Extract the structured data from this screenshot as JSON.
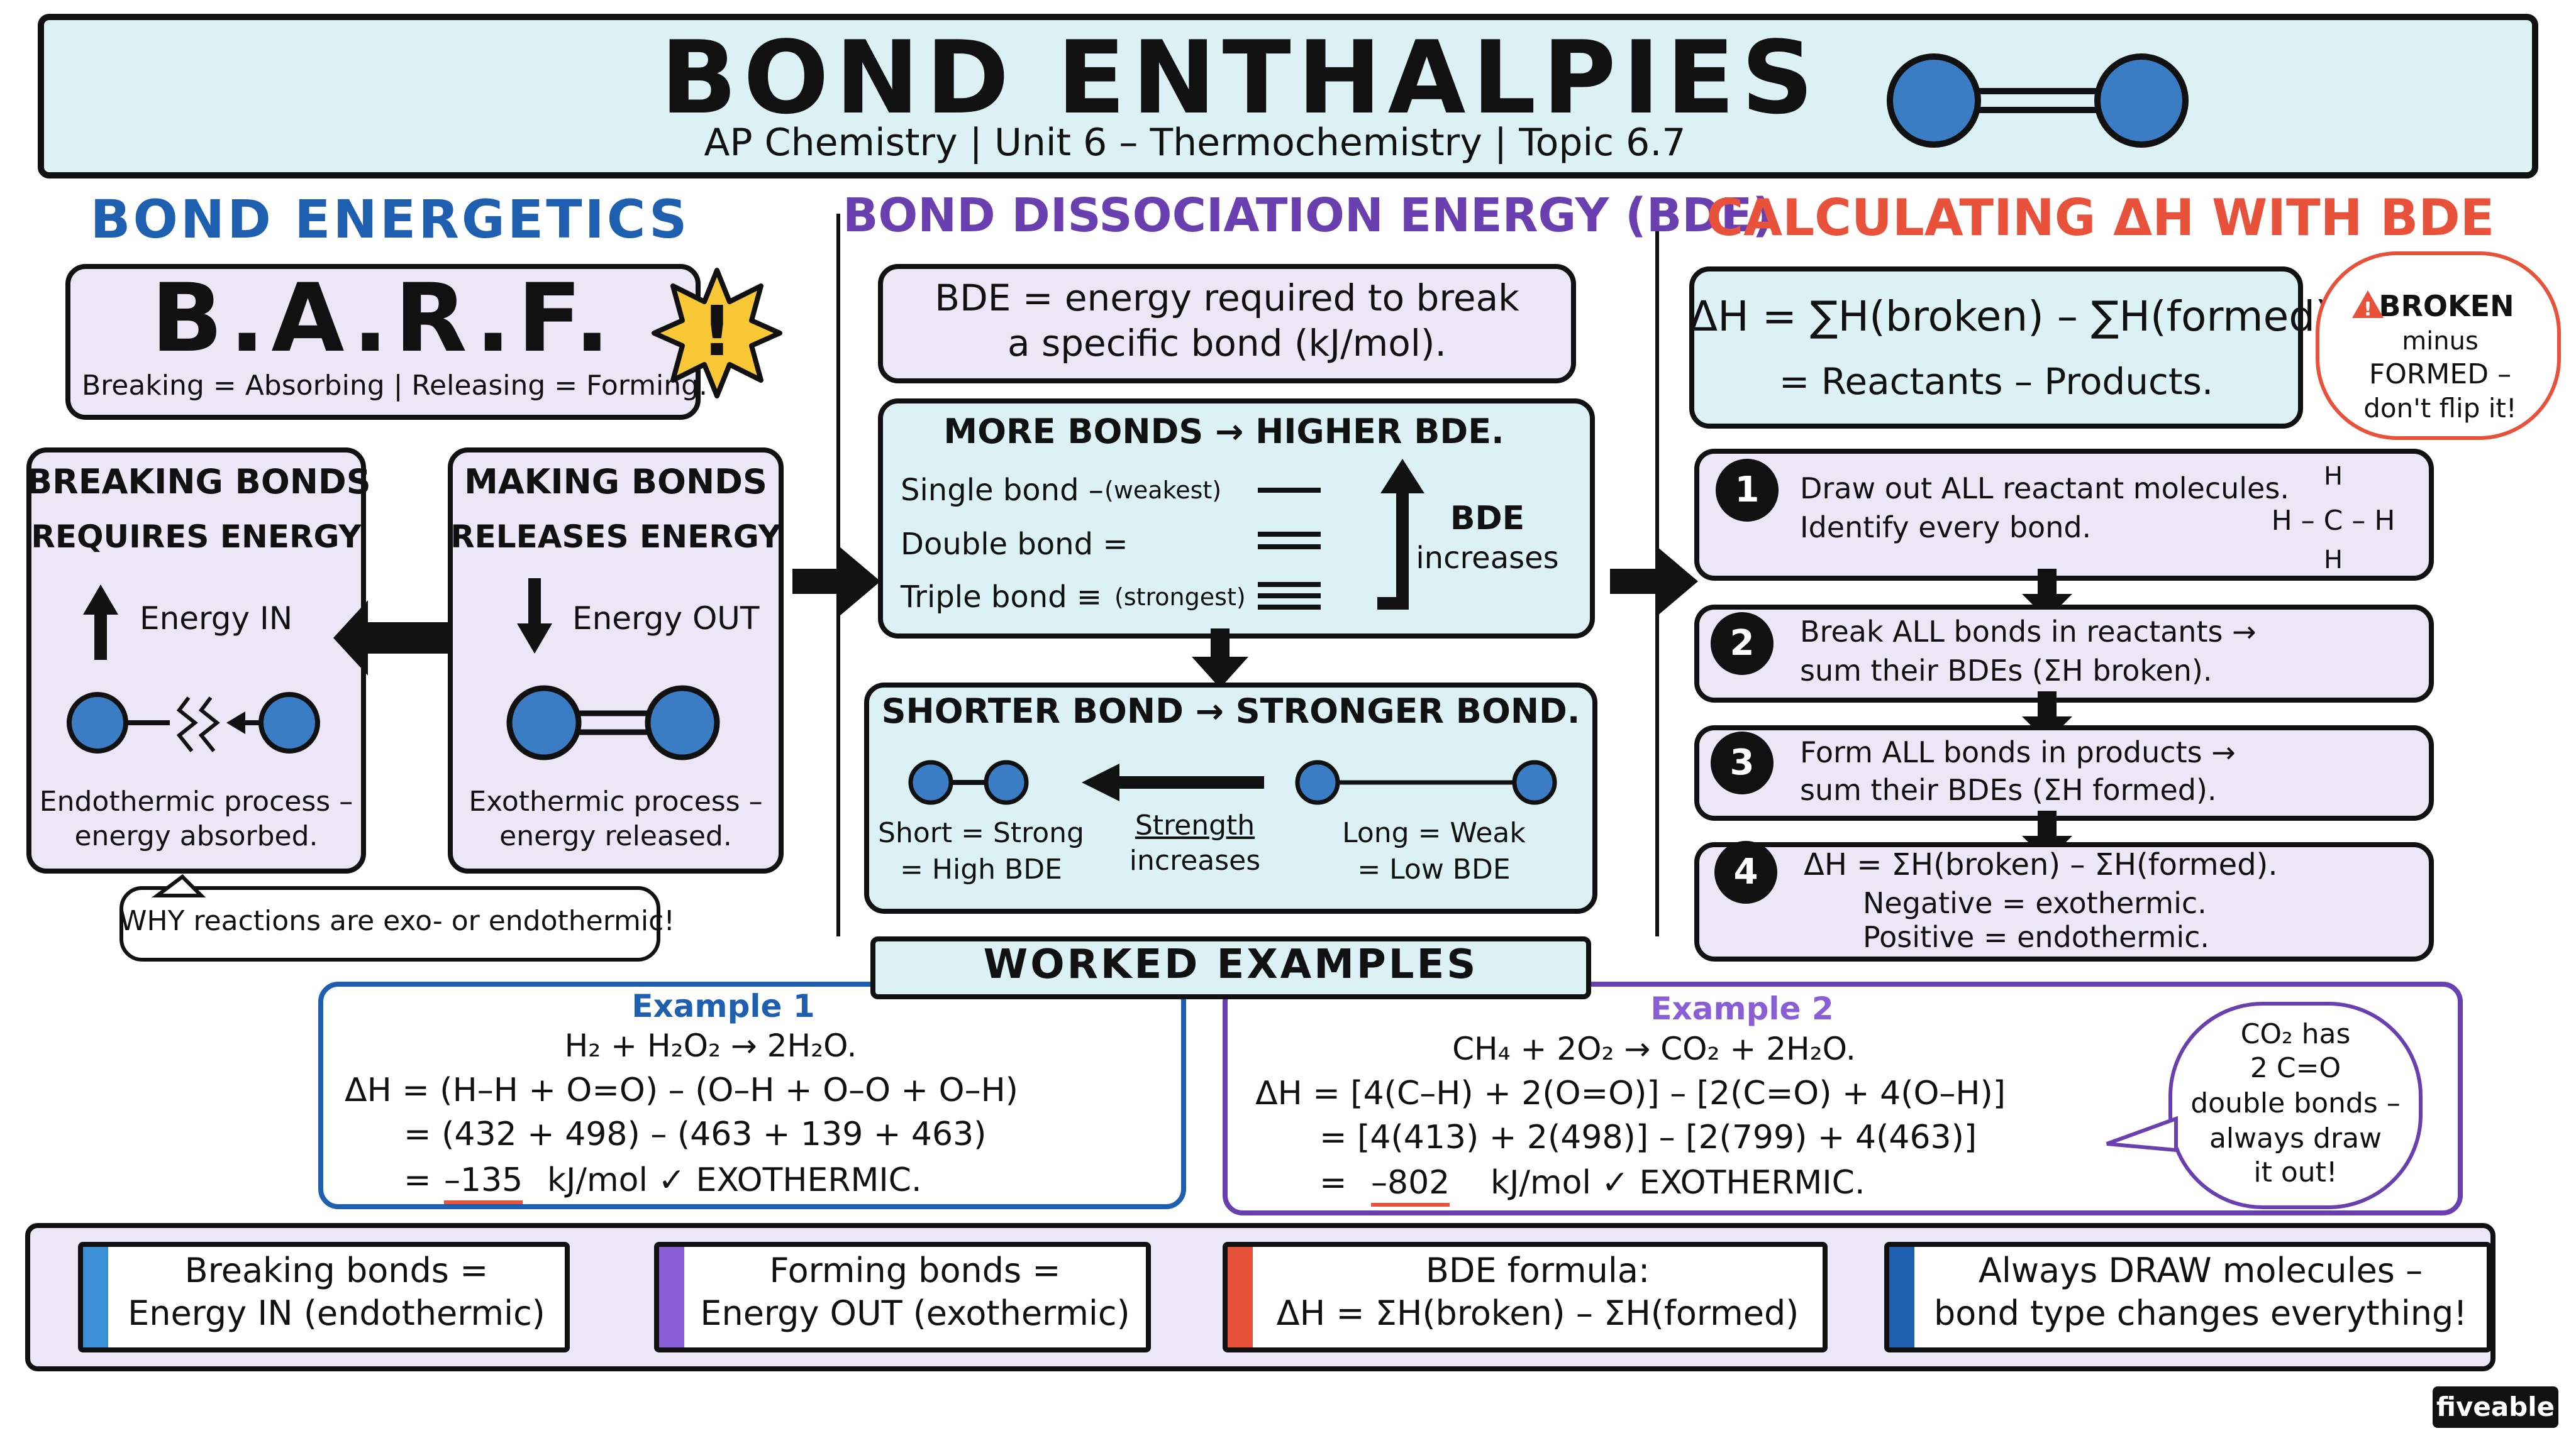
{
  "header": {
    "title": "BOND ENTHALPIES",
    "subtitle": "AP Chemistry | Unit 6 – Thermochemistry | Topic 6.7"
  },
  "colors": {
    "blue": "#1f5fb0",
    "purple": "#6a3fb0",
    "red": "#e8513a",
    "lavender": "#ece7f6",
    "cyan": "#dbf1f3",
    "atom": "#3a7dc4"
  },
  "col1": {
    "heading": "BOND ENERGETICS",
    "barf": {
      "title": "B.A.R.F.",
      "caption": "Breaking = Absorbing | Releasing = Forming.",
      "icon": "warning-icon"
    },
    "breaking": {
      "title1": "BREAKING BONDS",
      "title2": "REQUIRES ENERGY",
      "energy": "Energy IN",
      "caption1": "Endothermic process –",
      "caption2": "energy absorbed."
    },
    "making": {
      "title1": "MAKING BONDS",
      "title2": "RELEASES ENERGY",
      "energy": "Energy OUT",
      "caption1": "Exothermic process –",
      "caption2": "energy released."
    },
    "note": "WHY reactions are exo- or endothermic!"
  },
  "col2": {
    "heading": "BOND DISSOCIATION ENERGY (BDE)",
    "definition1": "BDE = energy required to break",
    "definition2": "a specific bond (kJ/mol).",
    "more": {
      "title": "MORE BONDS → HIGHER BDE.",
      "single": "Single bond –",
      "single_note": "(weakest)",
      "double": "Double bond =",
      "triple": "Triple bond ≡",
      "triple_note": "(strongest)",
      "arrow_label1": "BDE",
      "arrow_label2": "increases"
    },
    "shorter": {
      "title": "SHORTER BOND → STRONGER BOND.",
      "short1": "Short = Strong",
      "short2": "= High BDE",
      "mid1": "Strength",
      "mid2": "increases",
      "long1": "Long = Weak",
      "long2": "= Low BDE"
    }
  },
  "col3": {
    "heading": "CALCULATING ΔH WITH BDE",
    "formula": "ΔH = ∑H(broken) – ∑H(formed)",
    "formula2": "= Reactants – Products.",
    "bubble1": "BROKEN",
    "bubble2": "minus",
    "bubble3": "FORMED –",
    "bubble4": "don't flip it!",
    "steps": [
      {
        "num": "1",
        "line1": "Draw out ALL reactant molecules.",
        "line2": "Identify every bond."
      },
      {
        "num": "2",
        "line1": "Break ALL bonds in reactants →",
        "line2": "sum their BDEs (ΣH broken)."
      },
      {
        "num": "3",
        "line1": "Form ALL bonds in products →",
        "line2": "sum their BDEs (ΣH formed)."
      },
      {
        "num": "4",
        "line1": "ΔH = ΣH(broken) – ΣH(formed).",
        "line2": "Negative = exothermic.",
        "line3": "Positive = endothermic."
      }
    ],
    "methane": {
      "top": "H",
      "mid": "H – C – H",
      "bottom": "H"
    }
  },
  "worked": {
    "banner": "WORKED EXAMPLES",
    "ex1": {
      "label": "Example 1",
      "eq": "H₂ + H₂O₂ → 2H₂O.",
      "line1": "ΔH = (H–H + O=O) – (O–H + O–O + O–H)",
      "line2": "= (432 + 498) – (463 + 139 + 463)",
      "line3_pre": "=",
      "result": "–135",
      "line3_post": "kJ/mol ✓ EXOTHERMIC."
    },
    "ex2": {
      "label": "Example 2",
      "eq": "CH₄ + 2O₂ → CO₂ + 2H₂O.",
      "line1": "ΔH = [4(C–H) + 2(O=O)] – [2(C=O) + 4(O–H)]",
      "line2": "= [4(413) + 2(498)] – [2(799) + 4(463)]",
      "line3_pre": "=",
      "result": "–802",
      "line3_post": "kJ/mol ✓ EXOTHERMIC.",
      "bubble1": "CO₂ has",
      "bubble2": "2 C=O",
      "bubble3": "double bonds –",
      "bubble4": "always draw",
      "bubble5": "it out!"
    }
  },
  "summary": [
    {
      "line1": "Breaking bonds =",
      "line2": "Energy IN (endothermic)",
      "color": "#3a8fd6"
    },
    {
      "line1": "Forming bonds =",
      "line2": "Energy OUT (exothermic)",
      "color": "#8a5fd6"
    },
    {
      "line1": "BDE formula:",
      "line2": "ΔH = ΣH(broken) – ΣH(formed)",
      "color": "#e8513a"
    },
    {
      "line1": "Always DRAW molecules –",
      "line2": "bond type changes everything!",
      "color": "#1f5fb0"
    }
  ],
  "brand": "fiveable"
}
